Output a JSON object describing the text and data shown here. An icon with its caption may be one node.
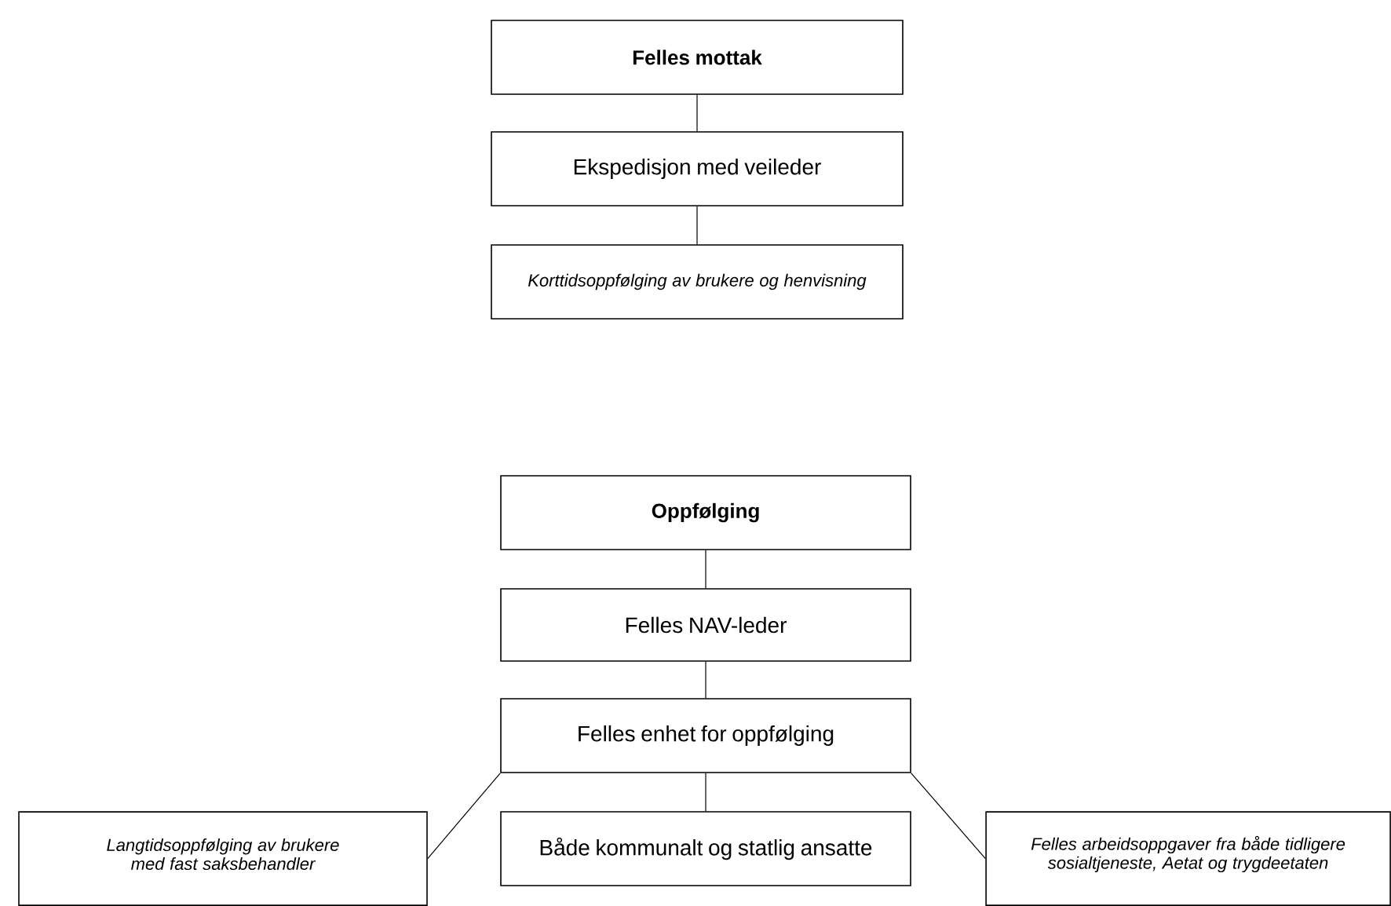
{
  "diagram": {
    "nodes": [
      {
        "text": [
          "Felles mottak"
        ]
      },
      {
        "text": [
          "Ekspedisjon med veileder"
        ]
      },
      {
        "text": [
          "Korttidsoppfølging av brukere og henvisning"
        ]
      },
      {
        "text": [
          "Oppfølging"
        ]
      },
      {
        "text": [
          "Felles NAV-leder"
        ]
      },
      {
        "text": [
          "Felles enhet for oppfølging"
        ]
      },
      {
        "text": [
          "Langtidsoppfølging av brukere med fast saksbehandler"
        ]
      },
      {
        "text": [
          "Både kommunalt og statlig ansatte"
        ]
      },
      {
        "text": [
          "Felles arbeidsoppgaver fra både tidligere sosialtjeneste, Aetat og trygdeetaten"
        ]
      }
    ],
    "edges": [
      {
        "from": 0,
        "to": 1,
        "arrow": "none"
      },
      {
        "from": 1,
        "to": 2,
        "arrow": "none"
      },
      {
        "from": 3,
        "to": 4,
        "arrow": "none"
      },
      {
        "from": 4,
        "to": 5,
        "arrow": "none"
      },
      {
        "from": 5,
        "to": 6,
        "arrow": "none"
      },
      {
        "from": 5,
        "to": 7,
        "arrow": "none"
      },
      {
        "from": 5,
        "to": 8,
        "arrow": "none"
      }
    ]
  }
}
